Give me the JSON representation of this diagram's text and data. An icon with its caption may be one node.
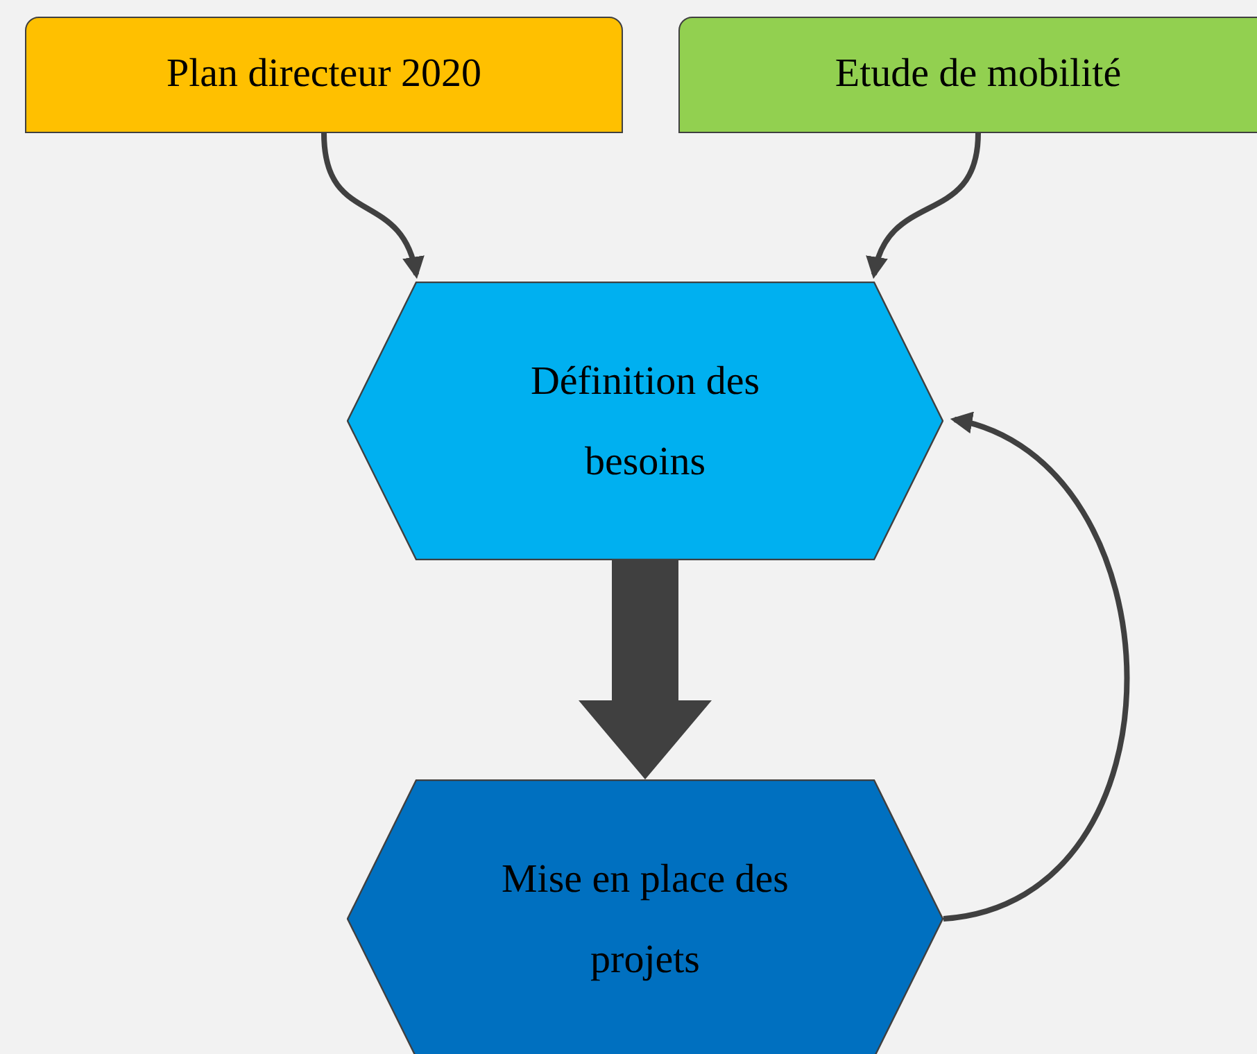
{
  "diagram": {
    "nodes": [
      {
        "text": [
          "Plan directeur 2020"
        ]
      },
      {
        "text": [
          "Etude de mobilité"
        ]
      },
      {
        "text": [
          "Définition des besoins"
        ]
      },
      {
        "text": [
          "Mise en place des projets"
        ]
      }
    ],
    "edges": [
      {
        "from": 0,
        "to": 2,
        "arrow": "to"
      },
      {
        "from": 1,
        "to": 2,
        "arrow": "to"
      },
      {
        "from": 2,
        "to": 3,
        "arrow": "to",
        "style": "thick"
      },
      {
        "from": 3,
        "to": 2,
        "arrow": "to"
      }
    ]
  }
}
